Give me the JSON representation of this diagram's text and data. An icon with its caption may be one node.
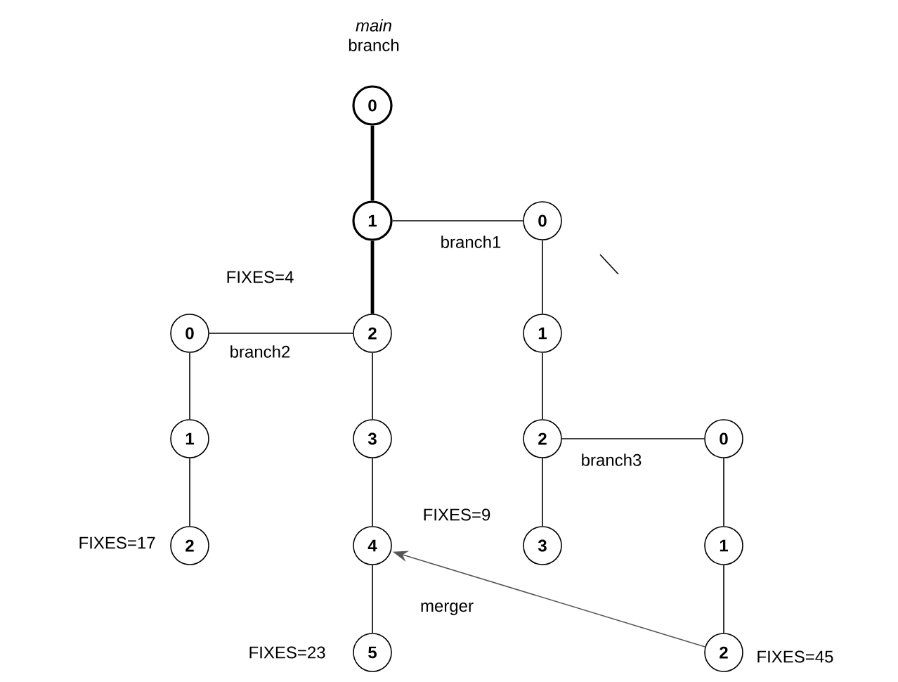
{
  "diagram": {
    "nodes": [
      {
        "text": [
          "0"
        ],
        "beside": [
          "*main* branch"
        ]
      },
      {
        "text": [
          "1"
        ]
      },
      {
        "text": [
          "0"
        ]
      },
      {
        "text": [
          "0"
        ]
      },
      {
        "text": [
          "2"
        ]
      },
      {
        "text": [
          "1"
        ]
      },
      {
        "text": [
          "1"
        ]
      },
      {
        "text": [
          "3"
        ]
      },
      {
        "text": [
          "2"
        ]
      },
      {
        "text": [
          "0"
        ]
      },
      {
        "text": [
          "2"
        ],
        "beside": [
          "FIXES=17"
        ]
      },
      {
        "text": [
          "4"
        ],
        "beside": [
          "FIXES=9"
        ]
      },
      {
        "text": [
          "3"
        ]
      },
      {
        "text": [
          "1"
        ]
      },
      {
        "text": [
          "5"
        ],
        "beside": [
          "FIXES=23"
        ]
      },
      {
        "text": [
          "2"
        ],
        "beside": [
          "FIXES=45"
        ]
      }
    ],
    "edges": [
      {
        "from": 0,
        "to": 1,
        "arrow": "none",
        "style": "thick"
      },
      {
        "from": 1,
        "to": 4,
        "arrow": "none",
        "style": "thick"
      },
      {
        "from": 4,
        "to": 7,
        "arrow": "none"
      },
      {
        "from": 7,
        "to": 11,
        "arrow": "none"
      },
      {
        "from": 11,
        "to": 14,
        "arrow": "none"
      },
      {
        "from": 1,
        "to": 2,
        "arrow": "none",
        "label": "branch1"
      },
      {
        "from": 2,
        "to": 5,
        "arrow": "none"
      },
      {
        "from": 5,
        "to": 8,
        "arrow": "none"
      },
      {
        "from": 8,
        "to": 12,
        "arrow": "none"
      },
      {
        "from": 4,
        "to": 3,
        "arrow": "none",
        "label": "branch2"
      },
      {
        "from": 3,
        "to": 6,
        "arrow": "none"
      },
      {
        "from": 6,
        "to": 10,
        "arrow": "none"
      },
      {
        "from": 8,
        "to": 9,
        "arrow": "none",
        "label": "branch3"
      },
      {
        "from": 9,
        "to": 13,
        "arrow": "none"
      },
      {
        "from": 13,
        "to": 15,
        "arrow": "none"
      },
      {
        "from": 15,
        "to": 11,
        "arrow": "to",
        "label": "merger",
        "color": "#555555"
      }
    ],
    "labels": [
      "FIXES=4"
    ]
  }
}
